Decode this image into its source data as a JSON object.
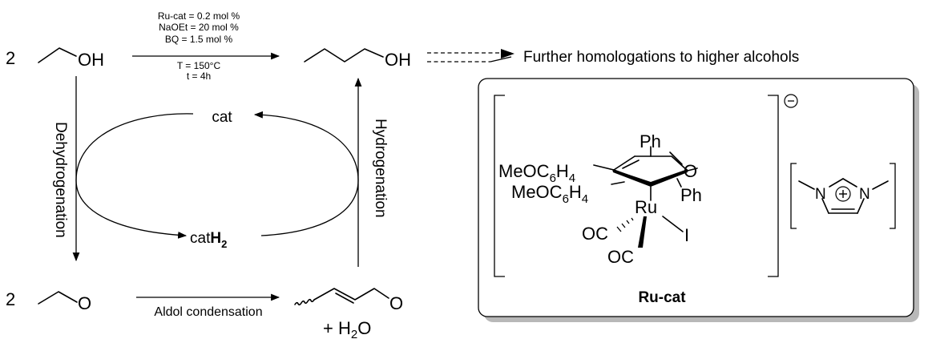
{
  "reaction": {
    "coef_top": "2",
    "ethanol_label": "OH",
    "conditions": [
      "Ru-cat = 0.2 mol %",
      "NaOEt = 20 mol %",
      "BQ = 1.5 mol %",
      "T = 150°C",
      "t = 4h"
    ],
    "butanol_label": "OH",
    "further_text": "Further homologations to higher alcohols"
  },
  "cycle": {
    "dehydrogenation": "Dehydrogenation",
    "hydrogenation": "Hydrogenation",
    "cat": "cat",
    "cath2_main": "cat",
    "cath2_bold": "H",
    "cath2_sub": "2"
  },
  "bottom": {
    "coef_bottom": "2",
    "aldehyde_o": "O",
    "aldol": "Aldol condensation",
    "crotonal_o": "O",
    "water_plus": "+ H",
    "water_sub": "2",
    "water_o": "O"
  },
  "complex": {
    "ph_top": "Ph",
    "ph_right": "Ph",
    "ketone_o": "O",
    "meo1_a": "MeOC",
    "meo1_b": "6",
    "meo1_c": "H",
    "meo1_d": "4",
    "meo2_a": "MeOC",
    "meo2_b": "6",
    "meo2_c": "H",
    "meo2_d": "4",
    "ru": "Ru",
    "co1": "OC",
    "co2": "OC",
    "iodide": "I",
    "imid_n1": "N",
    "imid_n2": "N",
    "name": "Ru-cat"
  }
}
